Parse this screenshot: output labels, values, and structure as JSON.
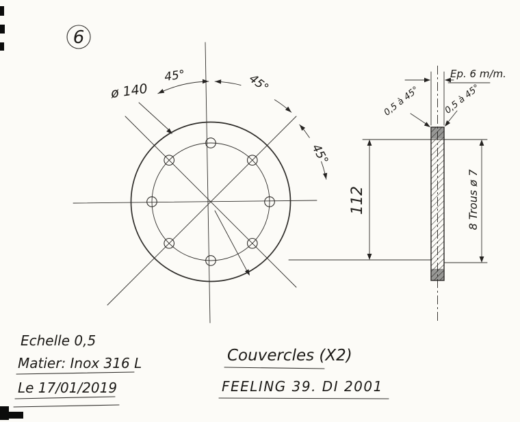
{
  "sheet": {
    "number": "6"
  },
  "front_view": {
    "diameter_label": "ø 140",
    "angles": [
      "45°",
      "45°",
      "45°"
    ]
  },
  "side_view": {
    "thickness_label": "Ep. 6 m/m.",
    "chamfer_labels": [
      "0,5 à 45°",
      "0,5 à 45°"
    ],
    "height_label": "112",
    "holes_label": "8 Trous ø 7"
  },
  "title_block": {
    "scale": "Echelle 0,5",
    "material": "Matier: Inox 316 L",
    "date": "Le 17/01/2019"
  },
  "drawing_title": {
    "name": "Couvercles (X2)",
    "model": "FEELING 39. DI 2001"
  },
  "colors": {
    "ink": "#2e2c29",
    "paper": "#fcfbf7"
  }
}
